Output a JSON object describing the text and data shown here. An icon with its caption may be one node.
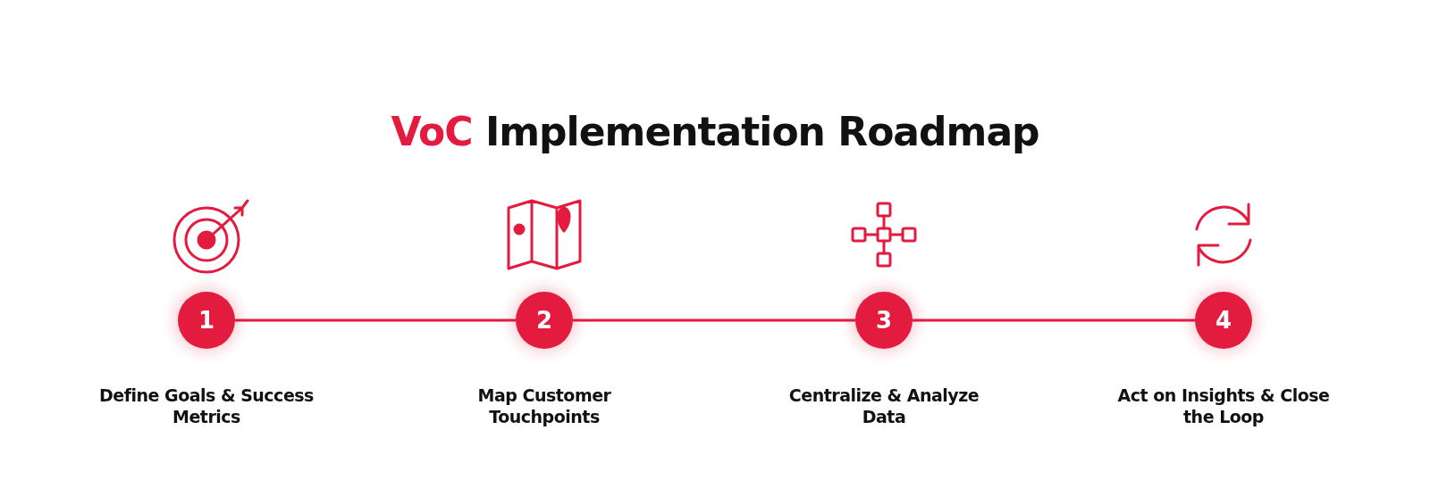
{
  "diagram": {
    "title": "**VoC** Implementation Roadmap",
    "nodes": [
      {
        "text": [
          "1"
        ],
        "beside": [
          "Define Goals & Success Metrics"
        ]
      },
      {
        "text": [
          "2"
        ],
        "beside": [
          "Map Customer Touchpoints"
        ]
      },
      {
        "text": [
          "3"
        ],
        "beside": [
          "Centralize & Analyze Data"
        ]
      },
      {
        "text": [
          "4"
        ],
        "beside": [
          "Act on Insights & Close the Loop"
        ]
      }
    ],
    "edges": [
      {
        "from": 0,
        "to": 1,
        "arrow": "none"
      },
      {
        "from": 1,
        "to": 2,
        "arrow": "none"
      },
      {
        "from": 2,
        "to": 3,
        "arrow": "none"
      }
    ]
  }
}
